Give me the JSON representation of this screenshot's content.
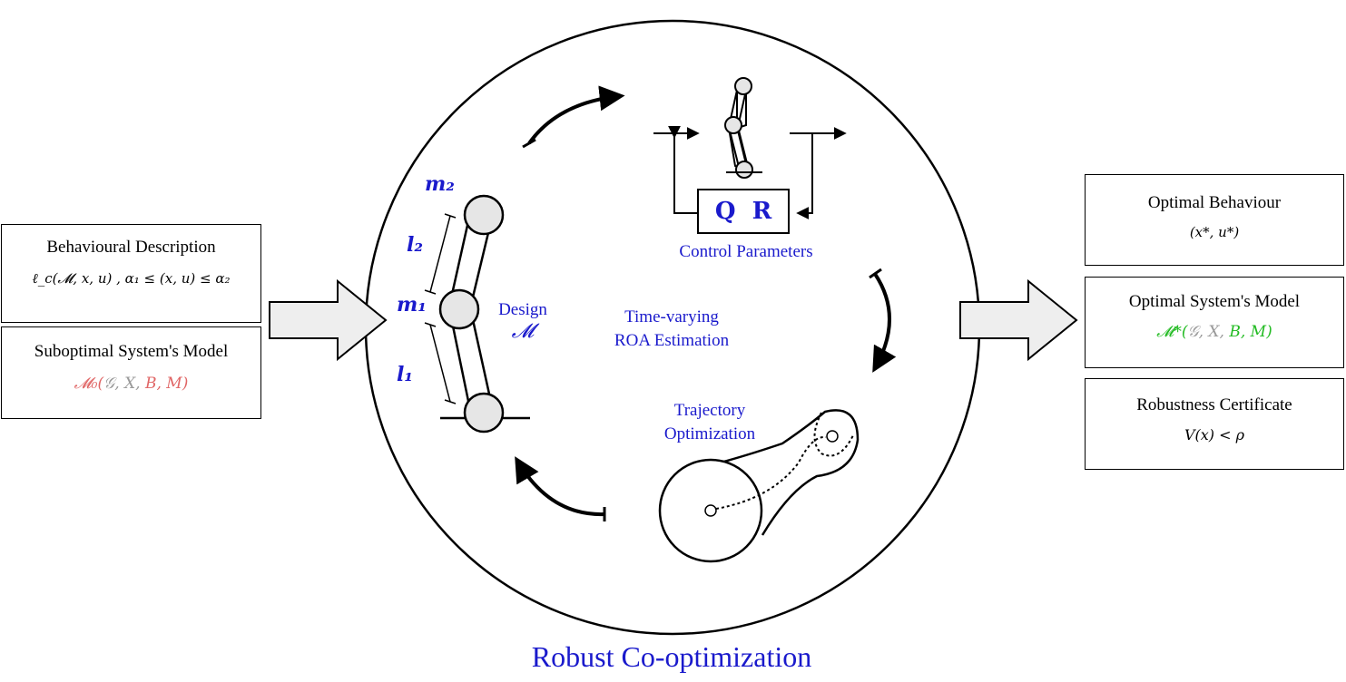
{
  "inputs": {
    "behaviour": {
      "title": "Behavioural Description",
      "math": "ℓ_c(𝓜, x, u) ,  α₁ ≤ (x, u) ≤ α₂"
    },
    "suboptimal": {
      "title": "Suboptimal System's Model",
      "math": {
        "m": "𝓜₀(",
        "g": "𝒢",
        "c1": ", ",
        "x": "X",
        "c2": ", ",
        "b": "B",
        "c3": ", ",
        "mm": "M",
        "end": ")"
      }
    }
  },
  "outputs": {
    "behaviour": {
      "title": "Optimal Behaviour",
      "math": "(x*, u*)"
    },
    "model": {
      "title": "Optimal System's Model",
      "math": {
        "m": "𝓜*(",
        "g": "𝒢",
        "c1": ", ",
        "x": "X",
        "c2": ", ",
        "b": "B",
        "c3": ", ",
        "mm": "M",
        "end": ")"
      }
    },
    "certificate": {
      "title": "Robustness Certificate",
      "math": "V(x) < ρ"
    }
  },
  "cycle": {
    "design": {
      "label": "Design",
      "symbol": "𝓜"
    },
    "robot_labels": {
      "m2": "m₂",
      "l2": "l₂",
      "m1": "m₁",
      "l1": "l₁"
    },
    "control": {
      "matrices": "Q  R",
      "label": "Control Parameters"
    },
    "roa": {
      "line1": "Time-varying",
      "line2": "ROA Estimation"
    },
    "trajectory": {
      "line1": "Trajectory",
      "line2": "Optimization"
    }
  },
  "footer_title": "Robust Co-optimization",
  "colors": {
    "blue": "#1a1acc",
    "red": "#e06666",
    "grey": "#999999",
    "green": "#22bb22",
    "arrow_fill": "#eeeeee"
  }
}
